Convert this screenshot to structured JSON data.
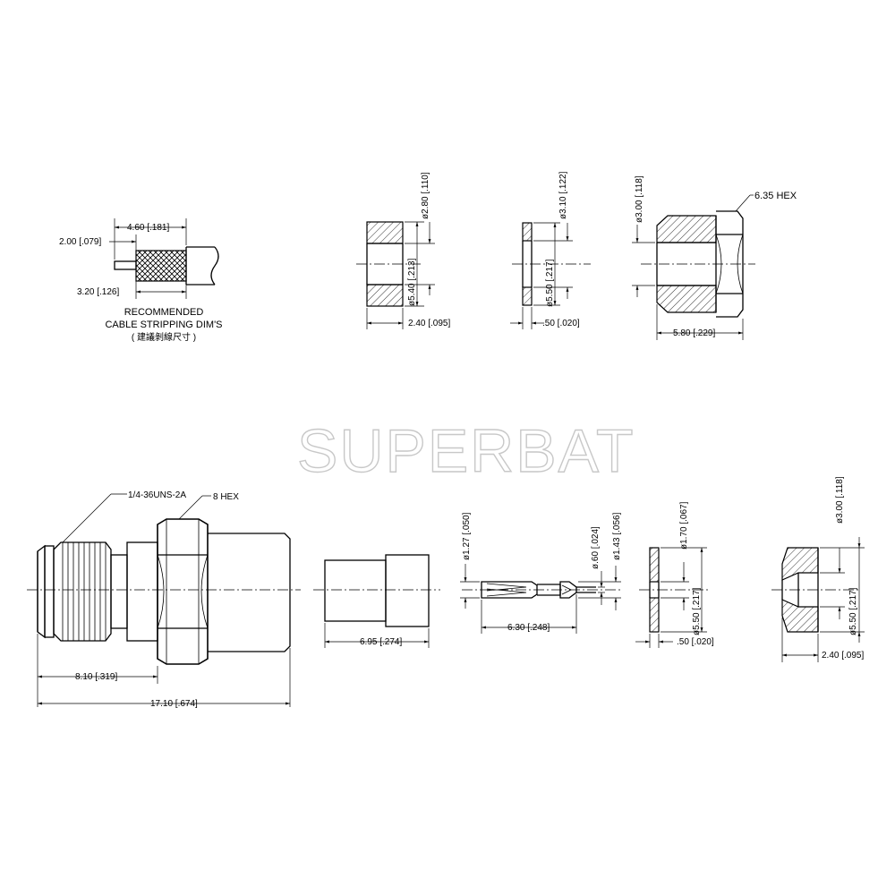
{
  "watermark": "SUPERBAT",
  "stripping": {
    "dim_4_60": "4.60 [.181]",
    "dim_2_00": "2.00 [.079]",
    "dim_3_20": "3.20 [.126]",
    "caption_line1": "RECOMMENDED",
    "caption_line2": "CABLE STRIPPING DIM'S",
    "caption_line3": "( 建議剝線尺寸 )"
  },
  "ferrule": {
    "dia_inner": "ø2.80 [.110]",
    "dia_outer": "ø5.40 [.213]",
    "length": "2.40 [.095]"
  },
  "washer_top": {
    "dia_inner": "ø3.10 [.122]",
    "dia_outer": "ø5.50 [.217]",
    "thickness": ".50 [.020]"
  },
  "nut": {
    "dia_inner": "ø3.00 [.118]",
    "hex": "6.35 HEX",
    "length": "5.80 [.229]"
  },
  "body": {
    "thread": "1/4-36UNS-2A",
    "hex": "8 HEX",
    "dim_8_10": "8.10 [.319]",
    "dim_17_10": "17.10 [.674]"
  },
  "sleeve": {
    "length": "6.95 [.274]"
  },
  "pin": {
    "dia_1_27": "ø1.27 [.050]",
    "dia_0_60": "ø.60 [.024]",
    "dia_1_43": "ø1.43 [.056]",
    "length": "6.30 [.248]"
  },
  "washer_bottom": {
    "dia_inner": "ø1.70 [.067]",
    "dia_outer": "ø5.50 [.217]",
    "thickness": ".50 [.020]"
  },
  "insulator": {
    "dia_inner": "ø3.00 [.118]",
    "dia_outer": "ø5.50 [.217]",
    "length": "2.40 [.095]"
  }
}
